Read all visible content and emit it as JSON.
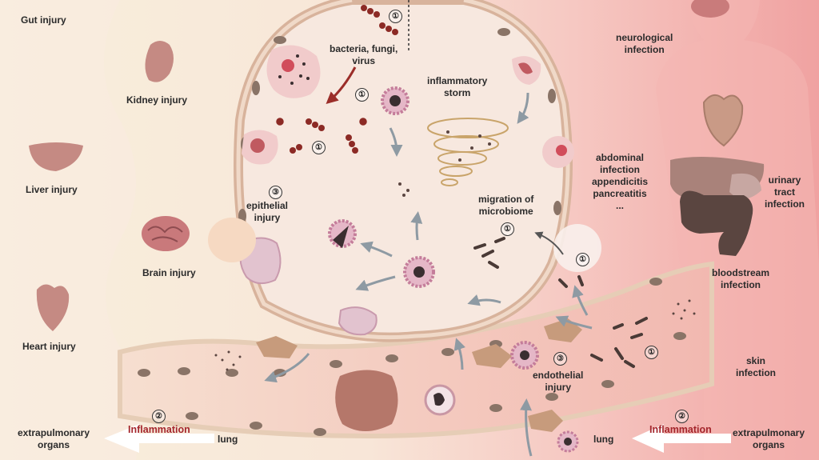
{
  "colors": {
    "background_left": "#f7ecd7",
    "background_right": "#f1a3a3",
    "cell_wall": "#e8c2a8",
    "nucleus": "#8a7467",
    "inflammation_arrow_text": "#a4262c",
    "bacteria": "#8c2a25"
  },
  "organs_left": {
    "gut": "Gut injury",
    "kidney": "Kidney injury",
    "liver": "Liver injury",
    "brain": "Brain injury",
    "heart": "Heart injury"
  },
  "alveolus": {
    "pathogens": "bacteria, fungi,\nvirus",
    "inflammatory_storm": "inflammatory\nstorm",
    "epithelial_injury": "epithelial\ninjury",
    "migration": "migration of\nmicrobiome",
    "endothelial_injury": "endothelial\ninjury"
  },
  "markers": {
    "one": "①",
    "two": "②",
    "three": "③"
  },
  "infections_right": {
    "neurological": "neurological\ninfection",
    "abdominal": "abdominal\ninfection\nappendicitis\npancreatitis\n...",
    "urinary": "urinary\ntract\ninfection",
    "bloodstream": "bloodstream\ninfection",
    "skin": "skin\ninfection"
  },
  "bottom_left": {
    "extrapulmonary": "extrapulmonary\norgans",
    "inflammation": "Inflammation",
    "lung": "lung"
  },
  "bottom_right": {
    "inflammation": "Inflammation",
    "lung": "lung",
    "extrapulmonary": "extrapulmonary\norgans"
  }
}
